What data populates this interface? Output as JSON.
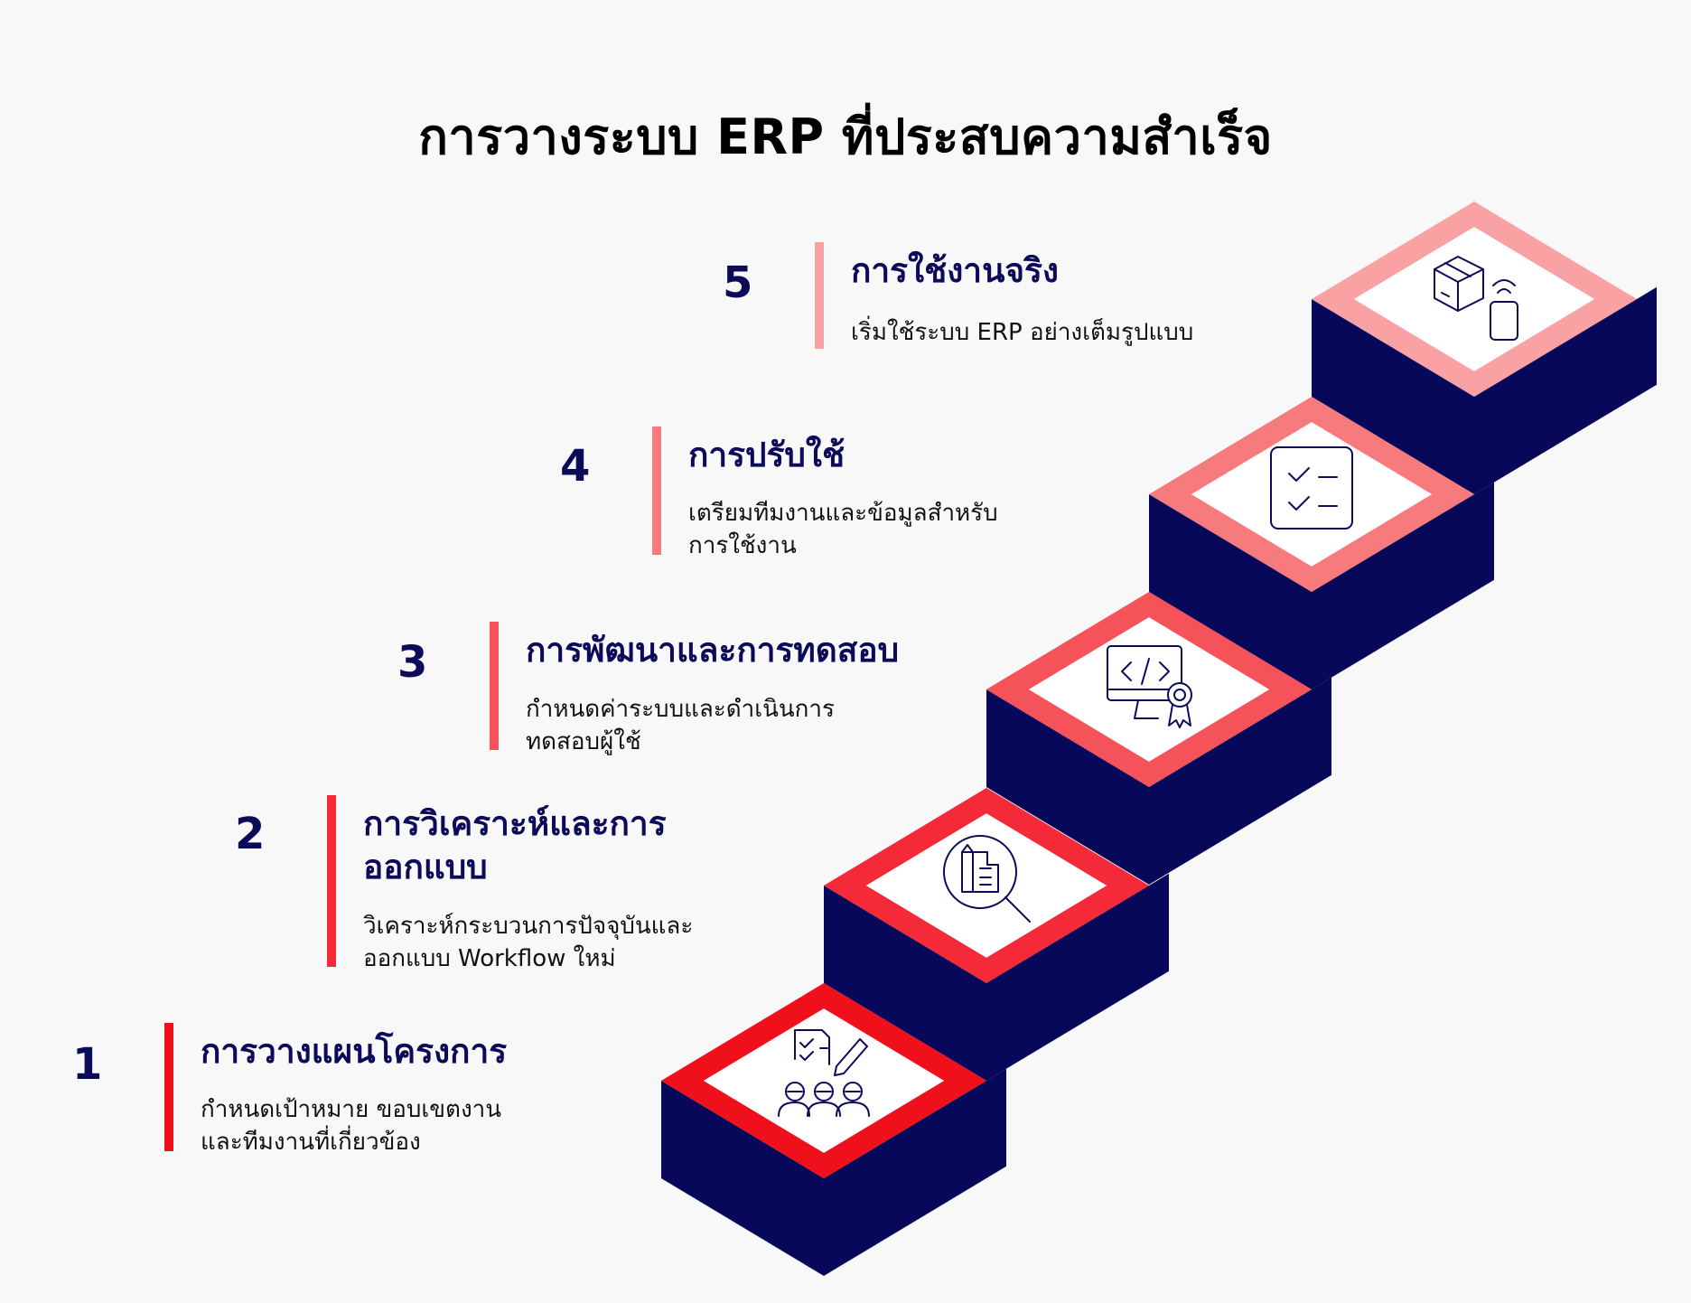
{
  "title": "การวางระบบ ERP ที่ประสบความสำเร็จ",
  "colors": {
    "navy": "#08085a",
    "step1": "#f0101c",
    "step2": "#f42a38",
    "step3": "#f5525a",
    "step4": "#f77a7c",
    "step5": "#f9a1a3"
  },
  "steps": [
    {
      "number": "1",
      "title": "การวางแผนโครงการ",
      "desc_lines": [
        "กำหนดเป้าหมาย ขอบเขตงาน",
        "และทีมงานที่เกี่ยวข้อง"
      ],
      "icon": "team-planning-icon"
    },
    {
      "number": "2",
      "title_lines": [
        "การวิเคราะห์และการ",
        "ออกแบบ"
      ],
      "desc_lines": [
        "วิเคราะห์กระบวนการปัจจุบันและ",
        "ออกแบบ Workflow ใหม่"
      ],
      "icon": "magnifier-analysis-icon"
    },
    {
      "number": "3",
      "title": "การพัฒนาและการทดสอบ",
      "desc_lines": [
        "กำหนดค่าระบบและดำเนินการ",
        "ทดสอบผู้ใช้"
      ],
      "icon": "code-monitor-badge-icon"
    },
    {
      "number": "4",
      "title": "การปรับใช้",
      "desc_lines": [
        "เตรียมทีมงานและข้อมูลสำหรับ",
        "การใช้งาน"
      ],
      "icon": "checklist-icon"
    },
    {
      "number": "5",
      "title": "การใช้งานจริง",
      "desc_lines": [
        "เริ่มใช้ระบบ ERP อย่างเต็มรูปแบบ"
      ],
      "icon": "package-device-icon"
    }
  ]
}
